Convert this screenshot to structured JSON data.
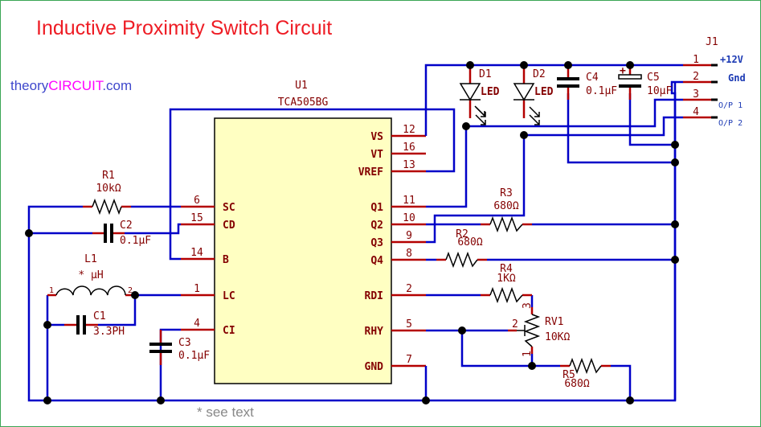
{
  "title": "Inductive Proximity Switch Circuit",
  "brand": {
    "part1": "theory",
    "part2": "CIRCUIT",
    "part3": ".com",
    "color1": "#3f48cc",
    "color2": "#ff00ff"
  },
  "footnote": "* see text",
  "colors": {
    "wire": "#0000c8",
    "pin": "#b40000",
    "label": "#840000",
    "ic_fill": "#ffffc2",
    "title": "#ee1c24",
    "frame": "#3aa655"
  },
  "ic": {
    "ref": "U1",
    "value": "TCA505BG",
    "left_pins": [
      {
        "name": "SC",
        "num": "6"
      },
      {
        "name": "CD",
        "num": "15"
      },
      {
        "name": "B",
        "num": "14"
      },
      {
        "name": "LC",
        "num": "1"
      },
      {
        "name": "CI",
        "num": "4"
      }
    ],
    "right_pins": [
      {
        "name": "VS",
        "num": "12"
      },
      {
        "name": "VT",
        "num": "16"
      },
      {
        "name": "VREF",
        "num": "13"
      },
      {
        "name": "Q1",
        "num": "11"
      },
      {
        "name": "Q2",
        "num": "10"
      },
      {
        "name": "Q3",
        "num": "9"
      },
      {
        "name": "Q4",
        "num": "8"
      },
      {
        "name": "RDI",
        "num": "2"
      },
      {
        "name": "RHY",
        "num": "5"
      },
      {
        "name": "GND",
        "num": "7"
      }
    ]
  },
  "components": {
    "R1": {
      "ref": "R1",
      "value": "10kΩ"
    },
    "C2": {
      "ref": "C2",
      "value": "0.1µF"
    },
    "L1": {
      "ref": "L1",
      "value": "* µH",
      "pin1": "1",
      "pin2": "2"
    },
    "C1": {
      "ref": "C1",
      "value": "3.3PH"
    },
    "C3": {
      "ref": "C3",
      "value": "0.1µF"
    },
    "D1": {
      "ref": "D1",
      "value": "LED"
    },
    "D2": {
      "ref": "D2",
      "value": "LED"
    },
    "C4": {
      "ref": "C4",
      "value": "0.1µF"
    },
    "C5": {
      "ref": "C5",
      "value": "10µF",
      "polarity": "+"
    },
    "R2": {
      "ref": "R2",
      "value": "680Ω"
    },
    "R3": {
      "ref": "R3",
      "value": "680Ω"
    },
    "R4": {
      "ref": "R4",
      "value": "1KΩ"
    },
    "RV1": {
      "ref": "RV1",
      "value": "10KΩ",
      "pin1": "1",
      "pin2": "2",
      "pin3": "3"
    },
    "R5": {
      "ref": "R5",
      "value": "680Ω"
    }
  },
  "connector": {
    "ref": "J1",
    "pins": [
      {
        "num": "1",
        "label": "+12V"
      },
      {
        "num": "2",
        "label": "Gnd"
      },
      {
        "num": "3",
        "label": "O/P 1"
      },
      {
        "num": "4",
        "label": "O/P 2"
      }
    ]
  }
}
